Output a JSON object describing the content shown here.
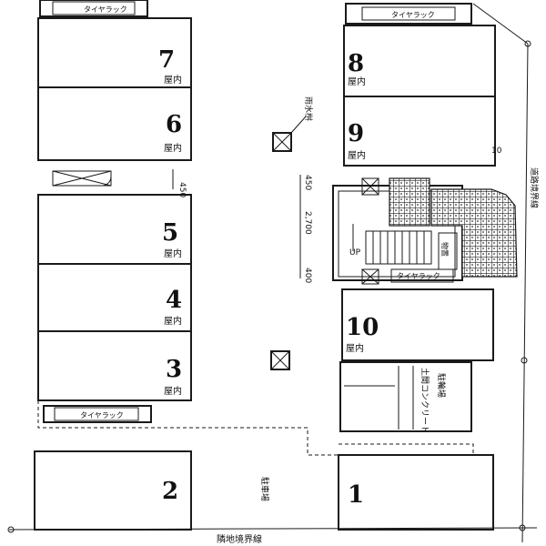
{
  "parking_plan": {
    "spaces": [
      {
        "number": "7",
        "sub": "屋内"
      },
      {
        "number": "6",
        "sub": "屋内"
      },
      {
        "number": "5",
        "sub": "屋内"
      },
      {
        "number": "4",
        "sub": "屋内"
      },
      {
        "number": "3",
        "sub": "屋内"
      },
      {
        "number": "8",
        "sub": "屋内"
      },
      {
        "number": "9",
        "sub": "屋内"
      },
      {
        "number": "10",
        "sub": "屋内"
      },
      {
        "number": "2",
        "sub": ""
      },
      {
        "number": "1",
        "sub": ""
      }
    ],
    "tire_rack_label": "タイヤラック",
    "drain_label": "雨水桝",
    "road_boundary_label": "道路境界線",
    "neighbor_boundary_label": "隣地境界線",
    "bike_parking_label": "駐輪場",
    "concrete_label": "土間コンクリート",
    "parking_label": "駐車場",
    "storage_label": "物置",
    "up_label": "UP",
    "dims": {
      "d450a": "450",
      "d450b": "450",
      "d2700": "2,700",
      "d400": "400",
      "d10": "10"
    }
  },
  "colors": {
    "ink": "#1a1a1a",
    "paper": "#ffffff"
  }
}
